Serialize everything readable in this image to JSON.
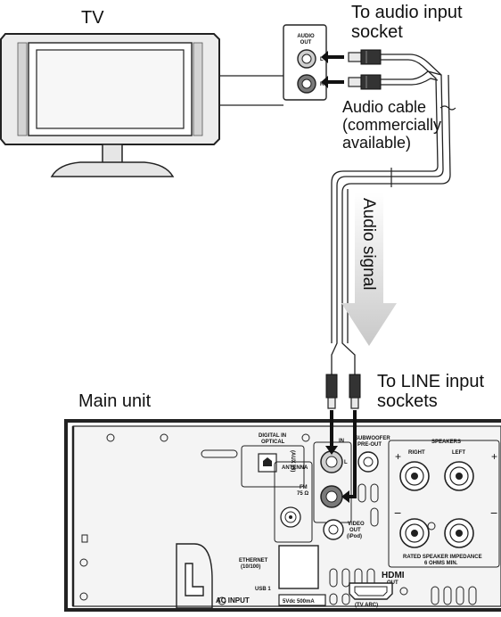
{
  "labels": {
    "tv": "TV",
    "to_audio_input_socket_line1": "To audio input",
    "to_audio_input_socket_line2": "socket",
    "audio_cable_line1": "Audio cable",
    "audio_cable_line2": "(commercially",
    "audio_cable_line3": "available)",
    "audio_signal": "Audio signal",
    "to_line_input_line1": "To LINE input",
    "to_line_input_line2": "sockets",
    "main_unit": "Main unit"
  },
  "tv_jack_panel": {
    "title_line1": "AUDIO",
    "title_line2": "OUT",
    "left": "L",
    "right": "R"
  },
  "rear_panel": {
    "digital_in_line1": "DIGITAL IN",
    "digital_in_line2": "OPTICAL",
    "aux_in": "(AUX IN)",
    "antenna": "ANTENNA",
    "fm_line1": "FM",
    "fm_line2": "75 Ω",
    "in": "IN",
    "l": "L",
    "r": "R",
    "subwoofer_line1": "SUBWOOFER",
    "subwoofer_line2": "PRE-OUT",
    "video_out_line1": "VIDEO",
    "video_out_line2": "OUT",
    "video_out_line3": "(iPod)",
    "speakers": "SPEAKERS",
    "right": "RIGHT",
    "left": "LEFT",
    "plus": "+",
    "minus": "−",
    "impedance_line1": "RATED SPEAKER IMPEDANCE",
    "impedance_line2": "6 OHMS MIN.",
    "ethernet_line1": "ETHERNET",
    "ethernet_line2": "(10/100)",
    "usb": "USB 1",
    "usb_rating": "5Vdc  500mA",
    "hdmi": "HDMI",
    "hdmi_out": "OUT",
    "tv_arc": "(TV ARC)",
    "ac_input": "AC INPUT"
  }
}
